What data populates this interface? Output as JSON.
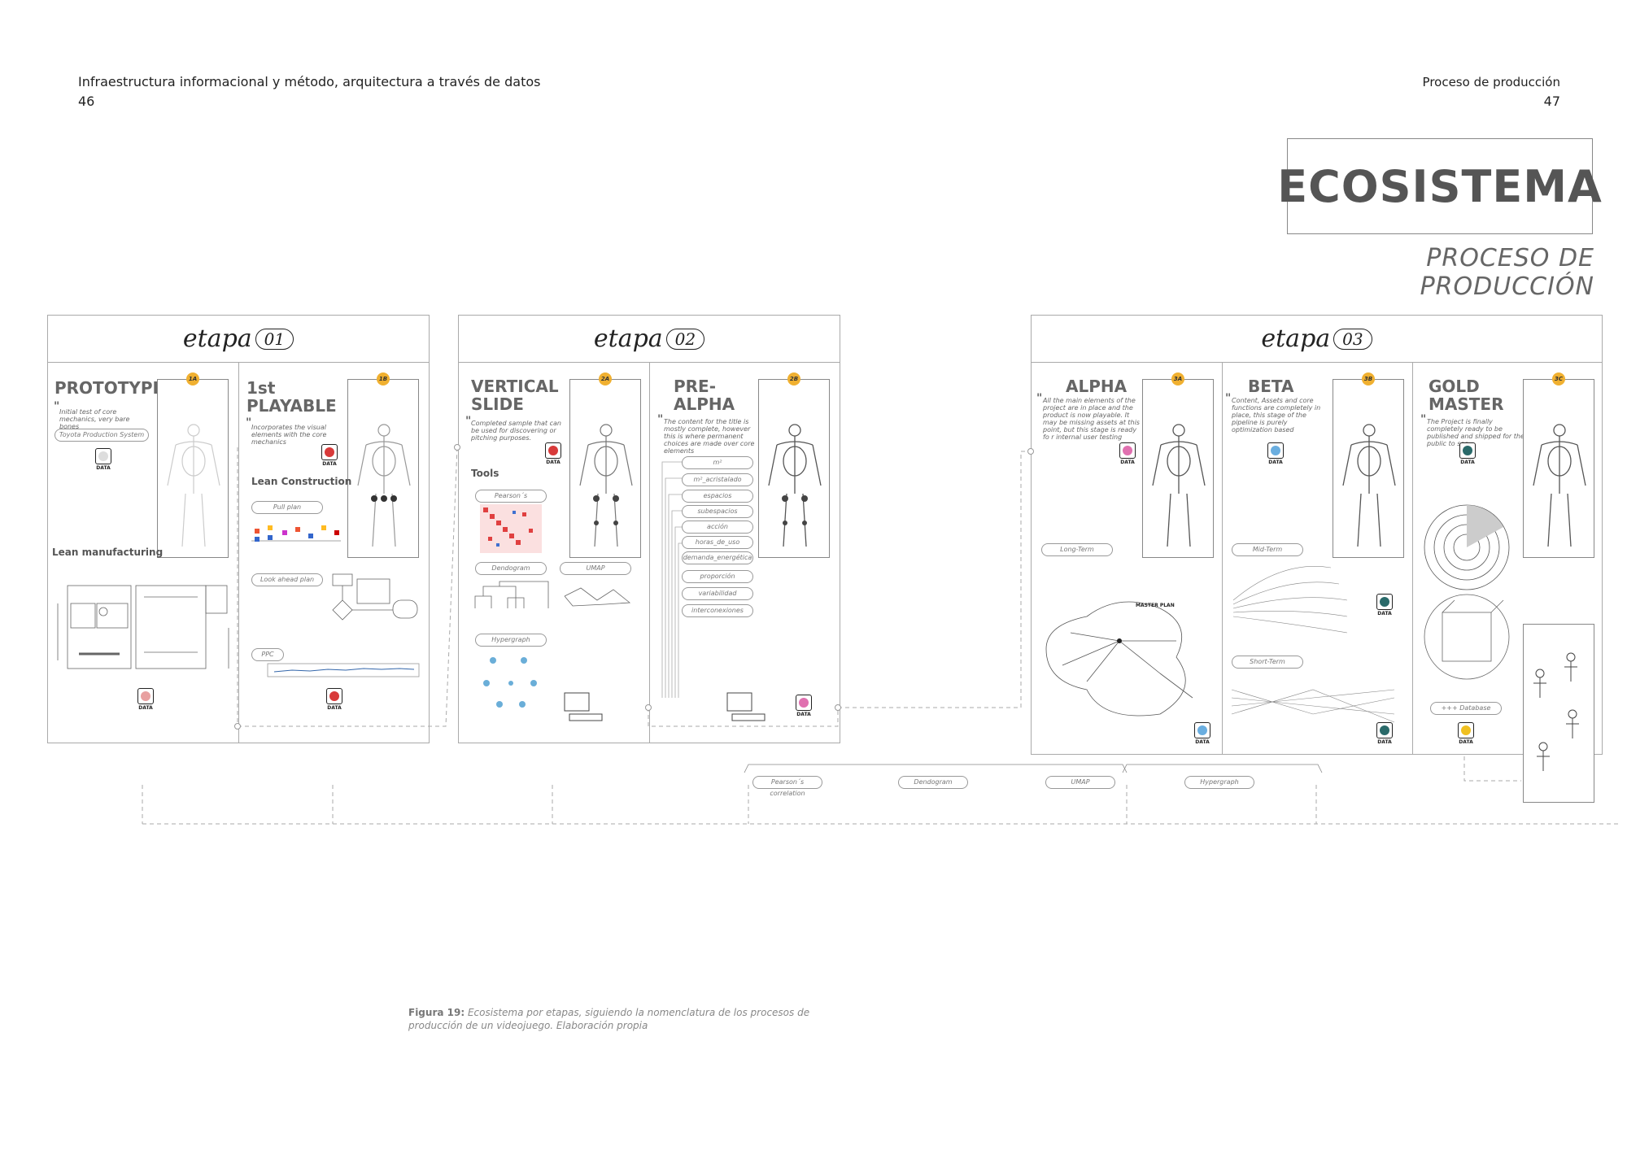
{
  "header": {
    "left_title": "Infraestructura informacional y método, arquitectura a través de datos",
    "left_page": "46",
    "right_title": "Proceso de producción",
    "right_page": "47"
  },
  "title": "ECOSISTEMA",
  "subtitle": "PROCESO DE PRODUCCIÓN",
  "etapa_word": "etapa",
  "data_label": "DATA",
  "etapas": [
    {
      "num": "01"
    },
    {
      "num": "02"
    },
    {
      "num": "03"
    }
  ],
  "stages": {
    "prototype": {
      "name": "PROTOTYPE",
      "badge": "1A",
      "desc": "Initial test of core mechanics, very bare bones",
      "pill": "Toyota Production System",
      "label": "Lean manufacturing"
    },
    "playable": {
      "name": "1st\nPLAYABLE",
      "badge": "1B",
      "desc": "Incorporates the visual elements with the core mechanics",
      "label": "Lean Construction",
      "pills": [
        "Pull plan",
        "Look ahead plan",
        "PPC"
      ]
    },
    "vertical": {
      "name": "VERTICAL\nSLIDE",
      "badge": "2A",
      "desc": "Completed sample that can be used for discovering or pitching purposes.",
      "label": "Tools",
      "pills": [
        "Pearson´s correlation",
        "Dendogram",
        "UMAP",
        "Hypergraph"
      ]
    },
    "prealpha": {
      "name": "PRE-\nALPHA",
      "badge": "2B",
      "desc": "The content for the title is mostly complete, however this is where permanent choices are made over core elements",
      "pills": [
        "m²",
        "m²_acristalado",
        "espacios",
        "subespacios",
        "acción",
        "horas_de_uso",
        "demanda_energética",
        "proporción",
        "variabilidad",
        "interconexiones"
      ]
    },
    "alpha": {
      "name": "ALPHA",
      "badge": "3A",
      "desc": "All the main elements of the project are in place and the product is now playable. It may be missing assets at this point, but this stage is ready fo r internal user testing",
      "pill": "Long-Term",
      "master_plan": "MASTER PLAN"
    },
    "beta": {
      "name": "BETA",
      "badge": "3B",
      "desc": "Content, Assets and core functions are completely in place, this stage of the pipeline is purely optimization based",
      "pills": [
        "Mid-Term",
        "Short-Term"
      ]
    },
    "gold": {
      "name": "GOLD\nMASTER",
      "badge": "3C",
      "desc": "The Project is finally completely ready to be published and shipped for the public to see.",
      "pill": "+++ Database"
    }
  },
  "bottom_tools": [
    "Pearson´s correlation",
    "Dendogram",
    "UMAP",
    "Hypergraph"
  ],
  "caption": {
    "label": "Figura 19:",
    "text": " Ecosistema por etapas, siguiendo la nomenclatura de los procesos de producción de un videojuego. Elaboración propia"
  },
  "colors": {
    "badge": "#f0b030",
    "data_red": "#d83a3a",
    "data_pink": "#e070b0",
    "data_blue": "#6aaee0",
    "data_teal": "#2a6a6a",
    "data_yellow": "#f0c020",
    "data_salmon": "#e8a0a0"
  }
}
